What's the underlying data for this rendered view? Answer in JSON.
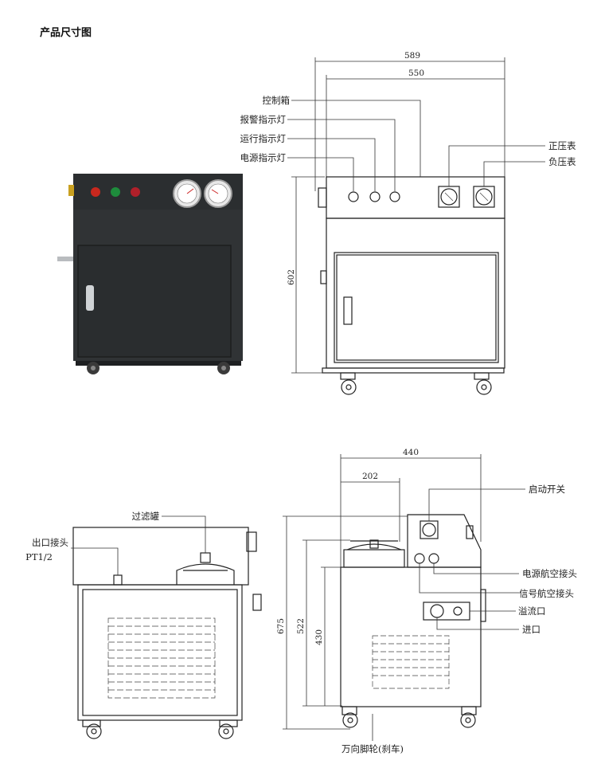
{
  "page_title": "产品尺寸图",
  "front_view": {
    "dims": {
      "overall_width": "589",
      "box_width": "550",
      "height": "602"
    },
    "labels": {
      "control_box": "控制箱",
      "alarm_light": "报警指示灯",
      "run_light": "运行指示灯",
      "power_light": "电源指示灯",
      "positive_gauge": "正压表",
      "negative_gauge": "负压表"
    }
  },
  "rear_view": {
    "labels": {
      "filter_tank": "过滤罐",
      "outlet_joint": "出口接头",
      "outlet_spec": "PT1/2"
    }
  },
  "side_view": {
    "dims": {
      "overall_depth": "440",
      "tank_offset": "202",
      "overall_height": "675",
      "tank_height": "522",
      "body_height": "430"
    },
    "labels": {
      "start_switch": "启动开关",
      "power_aviation_plug": "电源航空接头",
      "signal_aviation_plug": "信号航空接头",
      "overflow_port": "溢流口",
      "inlet_port": "进口",
      "caster": "万向脚轮(刹车)"
    }
  },
  "colors": {
    "machine_body": "#2e3133",
    "line": "#333333",
    "red_light": "#c8281e",
    "green_light": "#1e8c3c"
  }
}
